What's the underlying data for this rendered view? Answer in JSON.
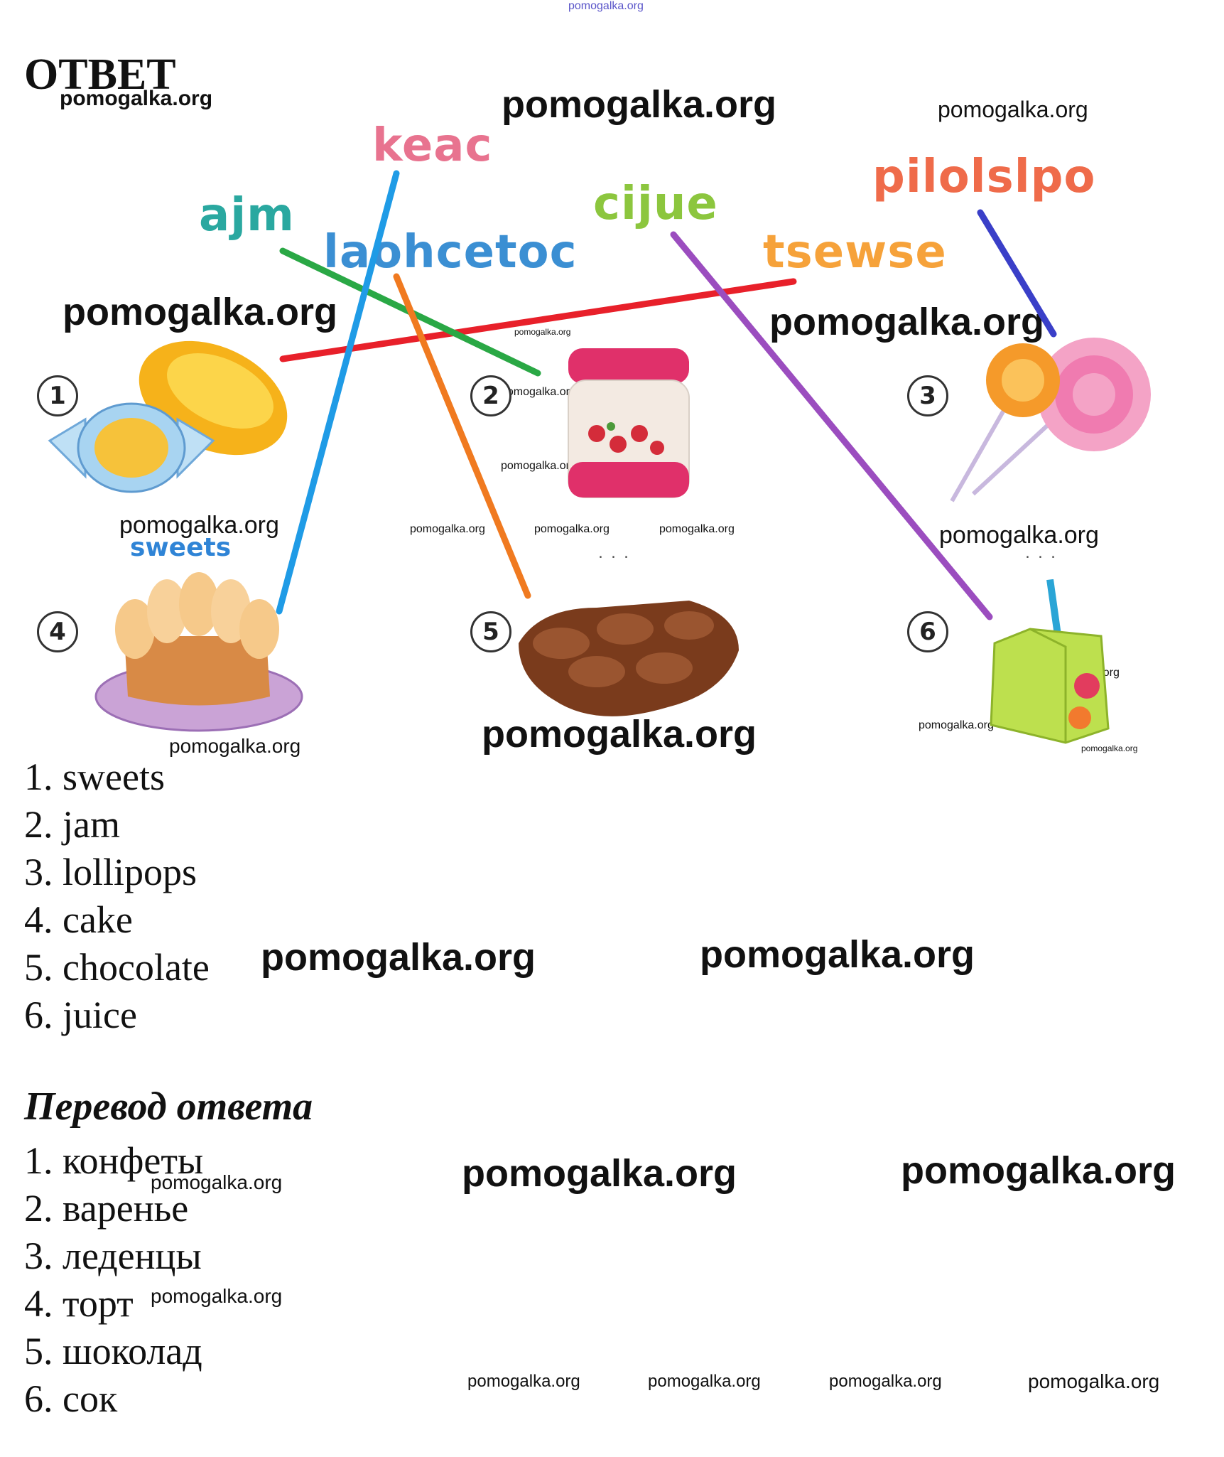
{
  "header": {
    "top_watermark": "pomogalka.org",
    "title": "ОТВЕТ"
  },
  "puzzle": {
    "scrambled": [
      {
        "text": "keac",
        "color": "#e8738f"
      },
      {
        "text": "ajm",
        "color": "#2aa8a0"
      },
      {
        "text": "laohcetoc",
        "color": "#3b8fd3"
      },
      {
        "text": "cijue",
        "color": "#8cc63e"
      },
      {
        "text": "pilolslpo",
        "color": "#ef6b4a"
      },
      {
        "text": "tsewse",
        "color": "#f6a23a"
      }
    ],
    "example_word": "sweets",
    "numbers": [
      "1",
      "2",
      "3",
      "4",
      "5",
      "6"
    ],
    "dots": ". . .",
    "line_colors": {
      "red": "#e8202a",
      "green": "#2aa845",
      "blue": "#1f9be6",
      "orange": "#f07a20",
      "purple": "#9b4dbf",
      "navy": "#3a3fc8"
    }
  },
  "answer": {
    "items": [
      "1. sweets",
      "2. jam",
      "3. lollipops",
      "4. cake",
      "5. chocolate",
      "6. juice"
    ]
  },
  "translation": {
    "title": "Перевод ответа",
    "items": [
      "1. конфеты",
      "2. варенье",
      "3. леденцы",
      "4. торт",
      "5. шоколад",
      "6. сок"
    ]
  },
  "watermark": "pomogalka.org"
}
